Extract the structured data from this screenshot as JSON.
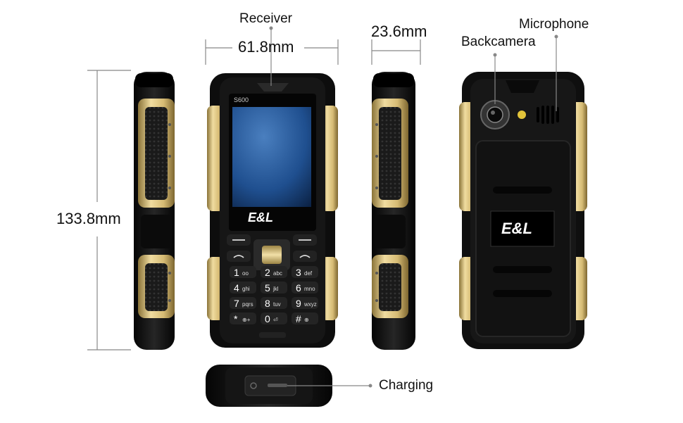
{
  "dimensions": {
    "width": "61.8mm",
    "depth": "23.6mm",
    "height": "133.8mm"
  },
  "callouts": {
    "receiver": "Receiver",
    "microphone": "Microphone",
    "backcamera": "Backcamera",
    "charging": "Charging"
  },
  "phone": {
    "model": "S600",
    "brand_logo": "E&L",
    "keypad": [
      {
        "digit": "1",
        "sub": "oo"
      },
      {
        "digit": "2",
        "sub": "abc"
      },
      {
        "digit": "3",
        "sub": "def"
      },
      {
        "digit": "4",
        "sub": "ghi"
      },
      {
        "digit": "5",
        "sub": "jkl"
      },
      {
        "digit": "6",
        "sub": "mno"
      },
      {
        "digit": "7",
        "sub": "pqrs"
      },
      {
        "digit": "8",
        "sub": "tuv"
      },
      {
        "digit": "9",
        "sub": "wxyz"
      },
      {
        "digit": "*",
        "sub": "⊕+"
      },
      {
        "digit": "0",
        "sub": "⏎"
      },
      {
        "digit": "#",
        "sub": "⊕"
      }
    ]
  },
  "colors": {
    "body_black": "#111111",
    "trim_gold": "#d9bf7a",
    "screen_blue": "#1f4f8f"
  }
}
